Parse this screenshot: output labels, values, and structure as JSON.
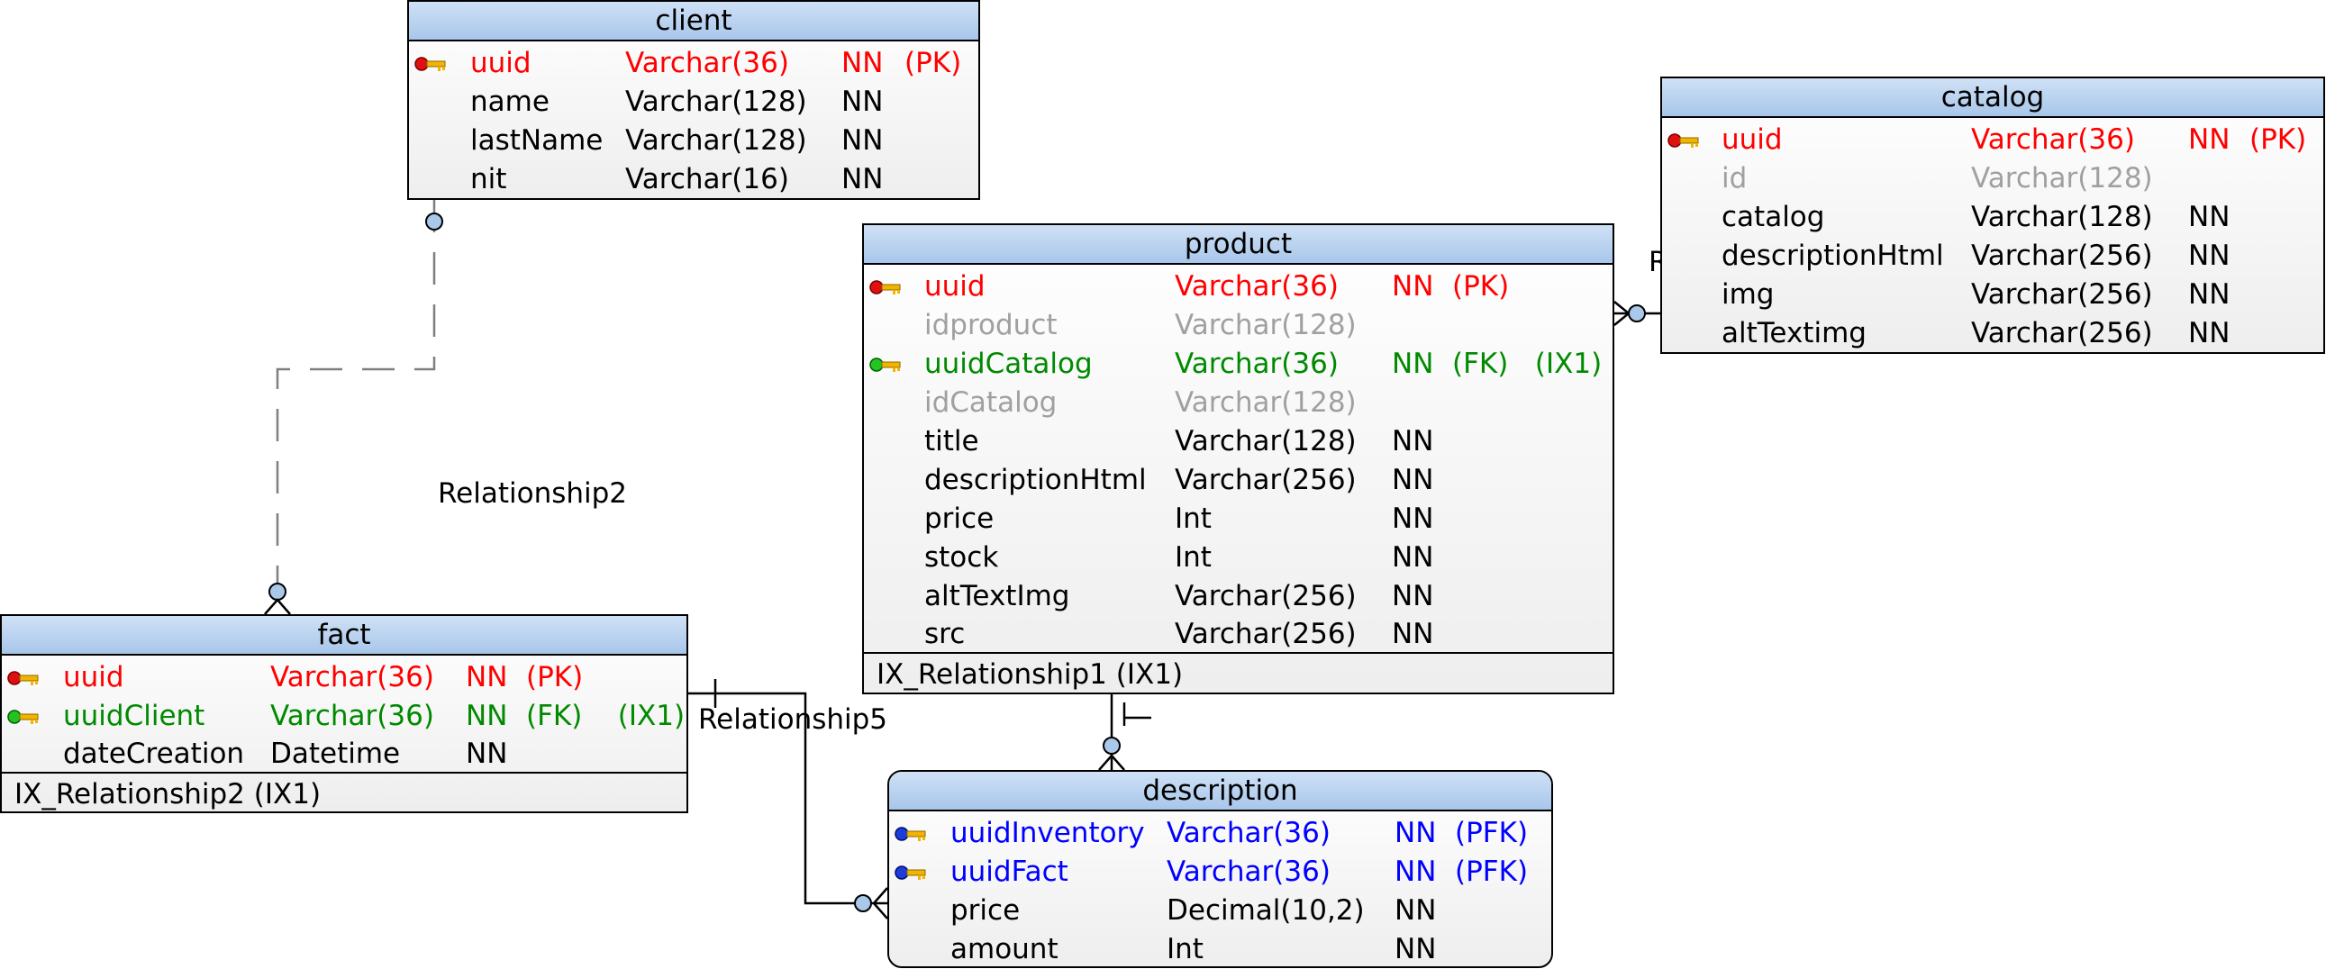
{
  "entities": {
    "client": {
      "name": "client",
      "attributes": [
        {
          "name": "uuid",
          "type": "Varchar(36)",
          "nn": "NN",
          "flags": "(PK)",
          "kind": "pk",
          "key": "pk-key-icon"
        },
        {
          "name": "name",
          "type": "Varchar(128)",
          "nn": "NN",
          "flags": "",
          "kind": "normal",
          "key": ""
        },
        {
          "name": "lastName",
          "type": "Varchar(128)",
          "nn": "NN",
          "flags": "",
          "kind": "normal",
          "key": ""
        },
        {
          "name": "nit",
          "type": "Varchar(16)",
          "nn": "NN",
          "flags": "",
          "kind": "normal",
          "key": ""
        }
      ]
    },
    "catalog": {
      "name": "catalog",
      "attributes": [
        {
          "name": "uuid",
          "type": "Varchar(36)",
          "nn": "NN",
          "flags": "(PK)",
          "kind": "pk",
          "key": "pk-key-icon"
        },
        {
          "name": "id",
          "type": "Varchar(128)",
          "nn": "",
          "flags": "",
          "kind": "dim",
          "key": ""
        },
        {
          "name": "catalog",
          "type": "Varchar(128)",
          "nn": "NN",
          "flags": "",
          "kind": "normal",
          "key": ""
        },
        {
          "name": "descriptionHtml",
          "type": "Varchar(256)",
          "nn": "NN",
          "flags": "",
          "kind": "normal",
          "key": ""
        },
        {
          "name": "img",
          "type": "Varchar(256)",
          "nn": "NN",
          "flags": "",
          "kind": "normal",
          "key": ""
        },
        {
          "name": "altTextimg",
          "type": "Varchar(256)",
          "nn": "NN",
          "flags": "",
          "kind": "normal",
          "key": ""
        }
      ]
    },
    "product": {
      "name": "product",
      "attributes": [
        {
          "name": "uuid",
          "type": "Varchar(36)",
          "nn": "NN",
          "flags": "(PK)",
          "kind": "pk",
          "key": "pk-key-icon"
        },
        {
          "name": "idproduct",
          "type": "Varchar(128)",
          "nn": "",
          "flags": "",
          "kind": "dim",
          "key": ""
        },
        {
          "name": "uuidCatalog",
          "type": "Varchar(36)",
          "nn": "NN",
          "flags": "(FK)   (IX1)",
          "kind": "fk",
          "key": "fk-key-icon"
        },
        {
          "name": "idCatalog",
          "type": "Varchar(128)",
          "nn": "",
          "flags": "",
          "kind": "dim",
          "key": ""
        },
        {
          "name": "title",
          "type": "Varchar(128)",
          "nn": "NN",
          "flags": "",
          "kind": "normal",
          "key": ""
        },
        {
          "name": "descriptionHtml",
          "type": "Varchar(256)",
          "nn": "NN",
          "flags": "",
          "kind": "normal",
          "key": ""
        },
        {
          "name": "price",
          "type": "Int",
          "nn": "NN",
          "flags": "",
          "kind": "normal",
          "key": ""
        },
        {
          "name": "stock",
          "type": "Int",
          "nn": "NN",
          "flags": "",
          "kind": "normal",
          "key": ""
        },
        {
          "name": "altTextImg",
          "type": "Varchar(256)",
          "nn": "NN",
          "flags": "",
          "kind": "normal",
          "key": ""
        },
        {
          "name": "src",
          "type": "Varchar(256)",
          "nn": "NN",
          "flags": "",
          "kind": "normal",
          "key": ""
        }
      ],
      "index": "IX_Relationship1 (IX1)"
    },
    "fact": {
      "name": "fact",
      "attributes": [
        {
          "name": "uuid",
          "type": "Varchar(36)",
          "nn": "NN",
          "flags": "(PK)",
          "kind": "pk",
          "key": "pk-key-icon"
        },
        {
          "name": "uuidClient",
          "type": "Varchar(36)",
          "nn": "NN",
          "flags": "(FK)    (IX1)",
          "kind": "fk",
          "key": "fk-key-icon"
        },
        {
          "name": "dateCreation",
          "type": "Datetime",
          "nn": "NN",
          "flags": "",
          "kind": "normal",
          "key": ""
        }
      ],
      "index": "IX_Relationship2 (IX1)"
    },
    "description": {
      "name": "description",
      "attributes": [
        {
          "name": "uuidInventory",
          "type": "Varchar(36)",
          "nn": "NN",
          "flags": "(PFK)",
          "kind": "pfk",
          "key": "pfk-key-icon"
        },
        {
          "name": "uuidFact",
          "type": "Varchar(36)",
          "nn": "NN",
          "flags": "(PFK)",
          "kind": "pfk",
          "key": "pfk-key-icon"
        },
        {
          "name": "price",
          "type": "Decimal(10,2)",
          "nn": "NN",
          "flags": "",
          "kind": "normal",
          "key": ""
        },
        {
          "name": "amount",
          "type": "Int",
          "nn": "NN",
          "flags": "",
          "kind": "normal",
          "key": ""
        }
      ]
    }
  },
  "relationships": {
    "rel2": "Relationship2",
    "rel5": "Relationship5",
    "rel_catalog_fragment": "R"
  },
  "colors": {
    "pk": "#ff0000",
    "fk": "#008a00",
    "pfk": "#0000ff",
    "dim": "#a0a0a0",
    "header_top": "#cfe1f6",
    "header_bottom": "#a8c6ea",
    "connector_circle": "#a9c8ea"
  }
}
